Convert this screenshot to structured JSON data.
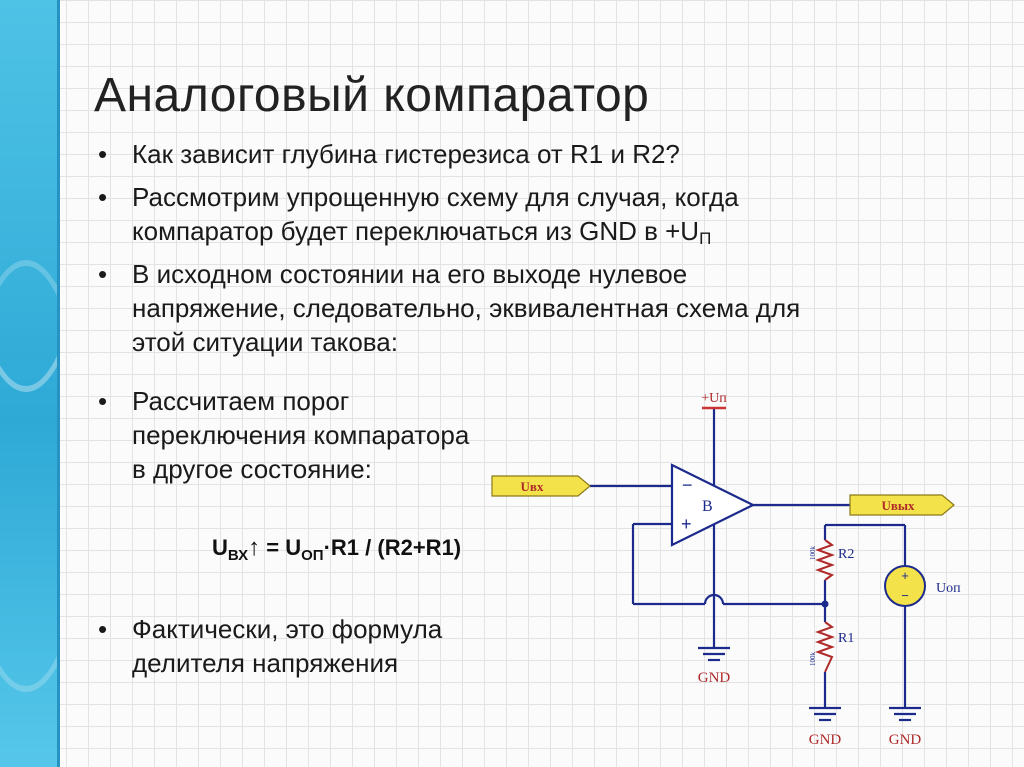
{
  "slide": {
    "title": "Аналоговый компаратор",
    "bullet_char": "•",
    "bullets": [
      {
        "lines": [
          "Как зависит глубина гистерезиса от R1 и R2?"
        ]
      },
      {
        "lines": [
          "Рассмотрим упрощенную схему для случая, когда",
          "компаратор будет переключаться из GND в +U"
        ],
        "subscript": "П"
      },
      {
        "lines": [
          "В исходном состоянии на его выходе нулевое",
          "напряжение, следовательно, эквивалентная схема для",
          "этой ситуации такова:"
        ]
      },
      {
        "lines": [
          "Рассчитаем порог",
          "переключения компаратора",
          "в другое состояние:"
        ]
      },
      {
        "lines": [
          "Фактически, это формула",
          "делителя напряжения"
        ]
      }
    ],
    "formula": {
      "lhs": "U",
      "lhs_sub": "ВХ",
      "arrow": "↑",
      "eq": " = U",
      "rhs_sub": "ОП",
      "rest": "·R1 / (R2+R1)"
    }
  },
  "circuit": {
    "supply_label": "+Uп",
    "input_label": "Uвх",
    "output_label": "Uвых",
    "opamp_label": "B",
    "minus_sign": "−",
    "plus_sign": "+",
    "r2_label": "R2",
    "r1_label": "R1",
    "resistor_value": "100k",
    "source_label": "Uоп",
    "source_plus": "+",
    "source_minus": "−",
    "gnd_label": "GND",
    "wire_color": "#1c2a8c",
    "tag_color": "#f3e24a"
  }
}
